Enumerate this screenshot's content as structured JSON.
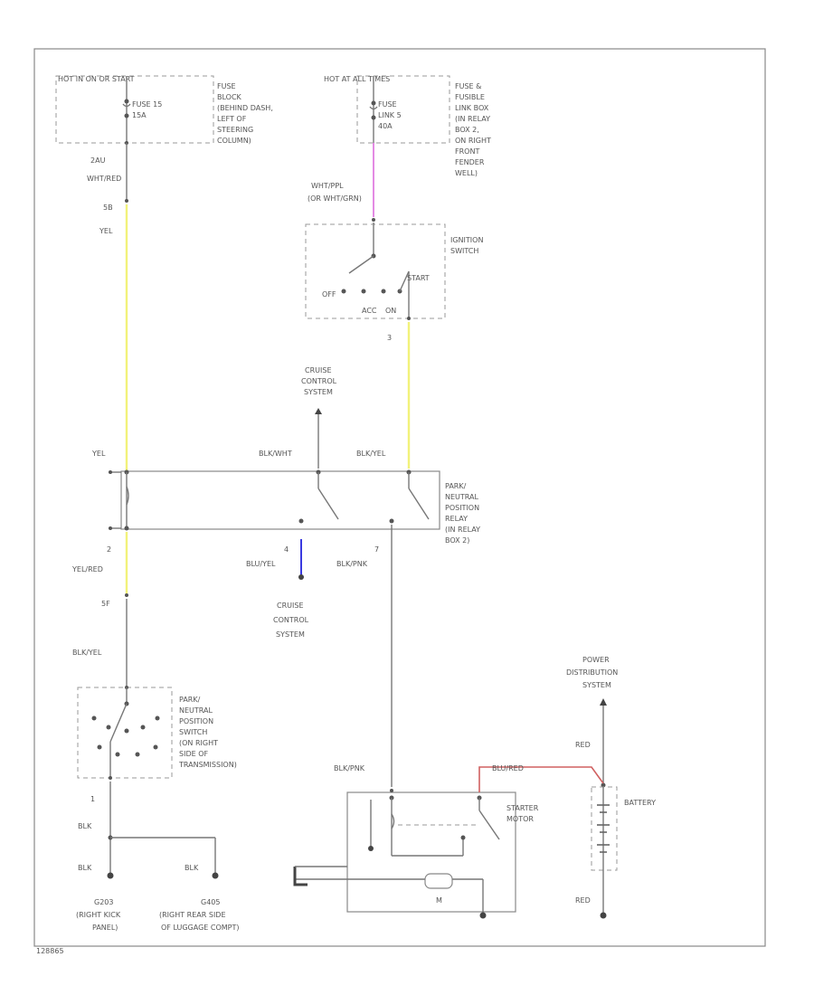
{
  "fuse_block": {
    "title": "HOT IN ON OR START",
    "fuse": [
      "FUSE 15",
      "15A"
    ],
    "location": [
      "FUSE",
      "BLOCK",
      "(BEHIND DASH,",
      "LEFT OF",
      "STEERING",
      "COLUMN)"
    ]
  },
  "fusible_box": {
    "title": "HOT AT ALL TIMES",
    "fuse": [
      "FUSE",
      "LINK 5",
      "40A"
    ],
    "location": [
      "FUSE &",
      "FUSIBLE",
      "LINK BOX",
      "(IN RELAY",
      "BOX 2,",
      "ON RIGHT",
      "FRONT",
      "FENDER",
      "WELL)"
    ]
  },
  "wire_labels": {
    "c1_pin": "2AU",
    "c1_color": "WHT/RED",
    "c2_pin": "5B",
    "c2_color": "YEL",
    "wht_ppl": [
      "WHT/PPL",
      "(OR WHT/GRN)"
    ],
    "ign_pin": "3",
    "yel_relay": "YEL",
    "blk_wht": "BLK/WHT",
    "blk_yel_top": "BLK/YEL",
    "relay_pin2": "2",
    "yel_red": "YEL/RED",
    "relay_pin4": "4",
    "blu_yel": "BLU/YEL",
    "relay_pin7": "7",
    "blk_pnk": "BLK/PNK",
    "c3_pin": "5F",
    "blk_yel_low": "BLK/YEL",
    "pnp_pin": "1",
    "blk_a": "BLK",
    "blk_b": "BLK",
    "blk_c": "BLK",
    "blk_pnk_starter": "BLK/PNK",
    "blu_red": "BLU/RED",
    "red_top": "RED",
    "red_bottom": "RED"
  },
  "ignition_switch": {
    "label": [
      "IGNITION",
      "SWITCH"
    ],
    "off": "OFF",
    "start": "START",
    "acc": "ACC",
    "on": "ON"
  },
  "cruise_top": [
    "CRUISE",
    "CONTROL",
    "SYSTEM"
  ],
  "relay": {
    "label": [
      "PARK/",
      "NEUTRAL",
      "POSITION",
      "RELAY",
      "(IN RELAY",
      "BOX 2)"
    ]
  },
  "cruise_bottom": [
    "CRUISE",
    "CONTROL",
    "SYSTEM"
  ],
  "pnp_switch": {
    "label": [
      "PARK/",
      "NEUTRAL",
      "POSITION",
      "SWITCH",
      "(ON RIGHT",
      "SIDE OF",
      "TRANSMISSION)"
    ]
  },
  "grounds": {
    "g203": [
      "G203",
      "(RIGHT KICK",
      "PANEL)"
    ],
    "g405": [
      "G405",
      "(RIGHT REAR SIDE",
      "OF LUGGAGE COMPT)"
    ]
  },
  "power_distribution": [
    "POWER",
    "DISTRIBUTION",
    "SYSTEM"
  ],
  "battery": "BATTERY",
  "starter": {
    "label": [
      "STARTER",
      "MOTOR"
    ],
    "m": "M"
  },
  "diagram_code": "128865",
  "colors": {
    "yellow_wire": "#f2f27a",
    "pink_wire": "#e48ae4",
    "blue_wire": "#3a3ae0",
    "red_wire": "#d06060"
  }
}
